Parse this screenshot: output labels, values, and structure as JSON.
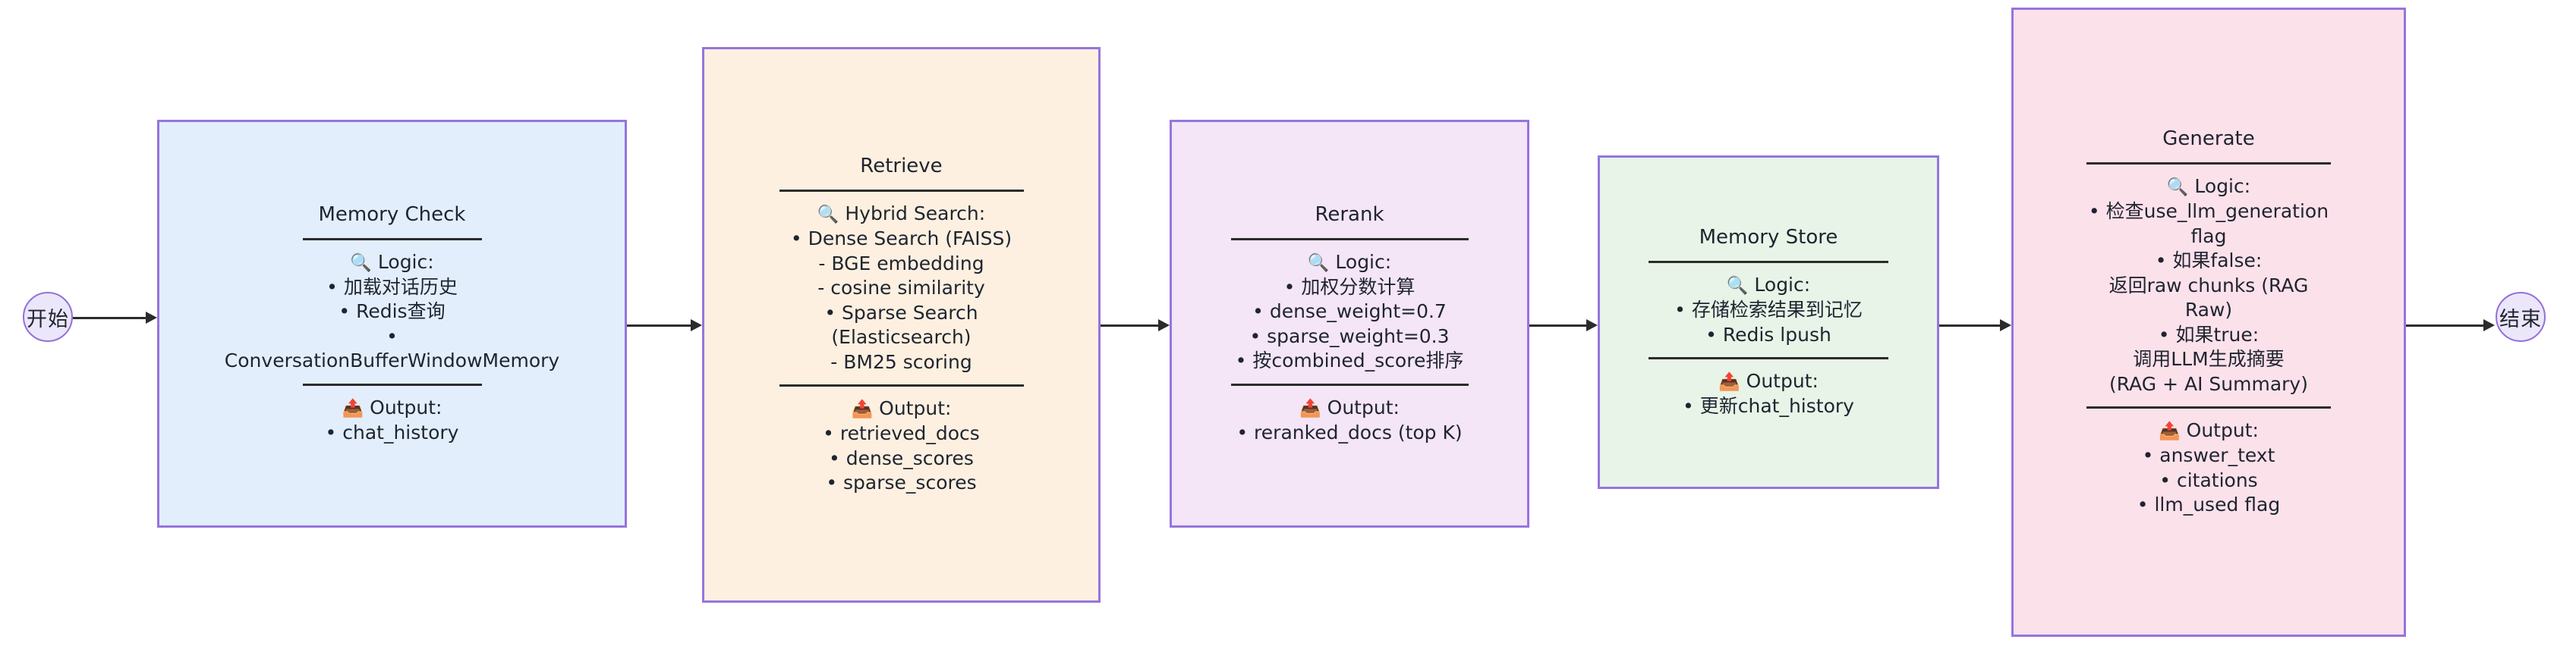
{
  "diagram": {
    "type": "flowchart",
    "orientation": "left-to-right",
    "start_node": {
      "label": "开始"
    },
    "end_node": {
      "label": "结束"
    },
    "icons": {
      "logic": "magnifying-glass-icon",
      "logic_glyph": "🔍",
      "output": "outbox-tray-icon",
      "output_glyph": "📤"
    },
    "nodes": [
      {
        "id": "memory_check",
        "title": "Memory Check",
        "fill": "#e2eefb",
        "border": "#9575dd",
        "sections": [
          {
            "heading": "Logic:",
            "heading_icon": "🔍",
            "lines": [
              "• 加载对话历史",
              "• Redis查询",
              "•",
              "ConversationBufferWindowMemory"
            ]
          },
          {
            "heading": "Output:",
            "heading_icon": "📤",
            "lines": [
              "• chat_history"
            ]
          }
        ]
      },
      {
        "id": "retrieve",
        "title": "Retrieve",
        "fill": "#fdf0e0",
        "border": "#9575dd",
        "sections": [
          {
            "heading": "Hybrid Search:",
            "heading_icon": "🔍",
            "lines": [
              "• Dense Search (FAISS)",
              "- BGE embedding",
              "- cosine similarity",
              "• Sparse Search",
              "(Elasticsearch)",
              "- BM25 scoring"
            ]
          },
          {
            "heading": "Output:",
            "heading_icon": "📤",
            "lines": [
              "• retrieved_docs",
              "• dense_scores",
              "• sparse_scores"
            ]
          }
        ]
      },
      {
        "id": "rerank",
        "title": "Rerank",
        "fill": "#f4e5f7",
        "border": "#9575dd",
        "sections": [
          {
            "heading": "Logic:",
            "heading_icon": "🔍",
            "lines": [
              "• 加权分数计算",
              "• dense_weight=0.7",
              "• sparse_weight=0.3",
              "• 按combined_score排序"
            ]
          },
          {
            "heading": "Output:",
            "heading_icon": "📤",
            "lines": [
              "• reranked_docs (top K)"
            ]
          }
        ]
      },
      {
        "id": "memory_store",
        "title": "Memory Store",
        "fill": "#e7f4e7",
        "border": "#9575dd",
        "sections": [
          {
            "heading": "Logic:",
            "heading_icon": "🔍",
            "lines": [
              "• 存储检索结果到记忆",
              "• Redis lpush"
            ]
          },
          {
            "heading": "Output:",
            "heading_icon": "📤",
            "lines": [
              "• 更新chat_history"
            ]
          }
        ]
      },
      {
        "id": "generate",
        "title": "Generate",
        "fill": "#fbe1ea",
        "border": "#9575dd",
        "sections": [
          {
            "heading": "Logic:",
            "heading_icon": "🔍",
            "lines": [
              "• 检查use_llm_generation",
              "flag",
              "• 如果false:",
              "返回raw chunks (RAG",
              "Raw)",
              "• 如果true:",
              "调用LLM生成摘要",
              "(RAG + AI Summary)"
            ]
          },
          {
            "heading": "Output:",
            "heading_icon": "📤",
            "lines": [
              "• answer_text",
              "• citations",
              "• llm_used flag"
            ]
          }
        ]
      }
    ]
  }
}
